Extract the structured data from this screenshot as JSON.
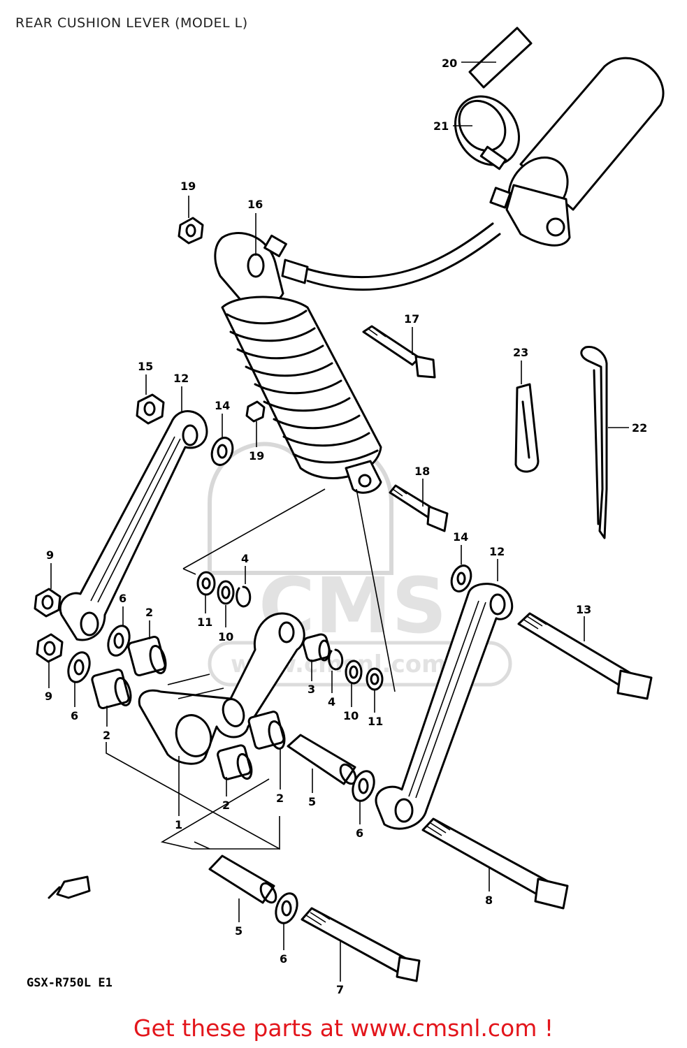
{
  "diagram": {
    "title": "REAR CUSHION LEVER (MODEL L)",
    "model_code": "GSX-R750L  E1",
    "watermark": "CMS",
    "watermark_url": "www.cmsnl.com",
    "callouts": [
      {
        "id": "c20",
        "label": "20"
      },
      {
        "id": "c21",
        "label": "21"
      },
      {
        "id": "c19a",
        "label": "19"
      },
      {
        "id": "c16",
        "label": "16"
      },
      {
        "id": "c17",
        "label": "17"
      },
      {
        "id": "c23",
        "label": "23"
      },
      {
        "id": "c22",
        "label": "22"
      },
      {
        "id": "c15",
        "label": "15"
      },
      {
        "id": "c12a",
        "label": "12"
      },
      {
        "id": "c14a",
        "label": "14"
      },
      {
        "id": "c19b",
        "label": "19"
      },
      {
        "id": "c18",
        "label": "18"
      },
      {
        "id": "c14b",
        "label": "14"
      },
      {
        "id": "c12b",
        "label": "12"
      },
      {
        "id": "c9a",
        "label": "9"
      },
      {
        "id": "c4a",
        "label": "4"
      },
      {
        "id": "c6a",
        "label": "6"
      },
      {
        "id": "c2a",
        "label": "2"
      },
      {
        "id": "c11a",
        "label": "11"
      },
      {
        "id": "c10a",
        "label": "10"
      },
      {
        "id": "c13",
        "label": "13"
      },
      {
        "id": "c9b",
        "label": "9"
      },
      {
        "id": "c6b",
        "label": "6"
      },
      {
        "id": "c2b",
        "label": "2"
      },
      {
        "id": "c3",
        "label": "3"
      },
      {
        "id": "c4b",
        "label": "4"
      },
      {
        "id": "c10b",
        "label": "10"
      },
      {
        "id": "c11b",
        "label": "11"
      },
      {
        "id": "c1",
        "label": "1"
      },
      {
        "id": "c2c",
        "label": "2"
      },
      {
        "id": "c2d",
        "label": "2"
      },
      {
        "id": "c5a",
        "label": "5"
      },
      {
        "id": "c6c",
        "label": "6"
      },
      {
        "id": "c8",
        "label": "8"
      },
      {
        "id": "c5b",
        "label": "5"
      },
      {
        "id": "c6d",
        "label": "6"
      },
      {
        "id": "c7",
        "label": "7"
      }
    ]
  },
  "footer": {
    "text": "Get these parts at www.cmsnl.com !",
    "color": "#e3151b"
  }
}
